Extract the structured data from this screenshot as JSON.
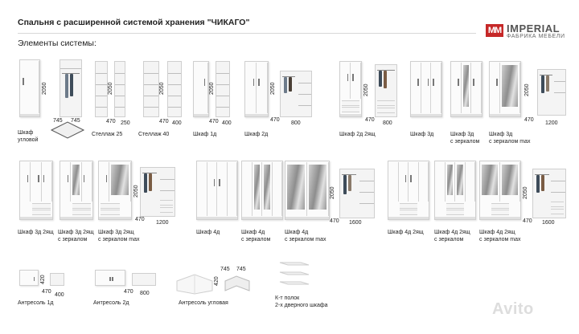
{
  "header": {
    "title": "Спальня с расширенной системой хранения \"ЧИКАГО\"",
    "subtitle": "Элементы системы:"
  },
  "brand": {
    "logo": "MM",
    "name": "IMPERIAL",
    "sub": "ФАБРИКА МЕБЕЛИ"
  },
  "items": [
    {
      "label1": "Шкаф",
      "label2": "угловой",
      "h": "2050",
      "w1": "745",
      "w2": "745"
    },
    {
      "label1": "Стеллаж 25",
      "h": "2050",
      "w1": "470",
      "w2": "250"
    },
    {
      "label1": "Стеллаж 40",
      "h": "2050",
      "w1": "470",
      "w2": "400"
    },
    {
      "label1": "Шкаф 1д",
      "h": "2050",
      "w1": "470",
      "w2": "400"
    },
    {
      "label1": "Шкаф 2д",
      "h": "2050",
      "w1": "470",
      "w2": "800"
    },
    {
      "label1": "Шкаф 2д 2ящ",
      "h": "2050",
      "w1": "470",
      "w2": "800"
    },
    {
      "label1": "Шкаф 3д"
    },
    {
      "label1": "Шкаф 3д",
      "label2": "с зеркалом"
    },
    {
      "label1": "Шкаф 3д",
      "label2": "с зеркалом max",
      "h": "2050",
      "w1": "470",
      "w2": "1200"
    },
    {
      "label1": "Шкаф 3д 2ящ"
    },
    {
      "label1": "Шкаф 3д 2ящ",
      "label2": "с зеркалом"
    },
    {
      "label1": "Шкаф 3д 2ящ",
      "label2": "с зеркалом max",
      "h": "2050",
      "w1": "470",
      "w2": "1200"
    },
    {
      "label1": "Шкаф 4д"
    },
    {
      "label1": "Шкаф 4д",
      "label2": "с зеркалом"
    },
    {
      "label1": "Шкаф 4д",
      "label2": "с зеркалом max",
      "h": "2050",
      "w1": "470",
      "w2": "1600"
    },
    {
      "label1": "Шкаф 4д 2ящ"
    },
    {
      "label1": "Шкаф 4д 2ящ",
      "label2": "с зеркалом"
    },
    {
      "label1": "Шкаф 4д 2ящ",
      "label2": "с зеркалом max",
      "h": "2050",
      "w1": "470",
      "w2": "1600"
    },
    {
      "label1": "Антресоль 1д",
      "h": "420",
      "w1": "470",
      "w2": "400"
    },
    {
      "label1": "Антресоль 2д",
      "w1": "470",
      "w2": "800"
    },
    {
      "label1": "Антресоль угловая",
      "h": "420",
      "w1": "745",
      "w2": "745"
    },
    {
      "label1": "К-т полок",
      "label2": "2-х дверного шкафа"
    }
  ],
  "watermark": "Avito",
  "colors": {
    "accent": "#c62828",
    "panel": "#fbfbfb",
    "mirror": "#9a9a9a"
  }
}
